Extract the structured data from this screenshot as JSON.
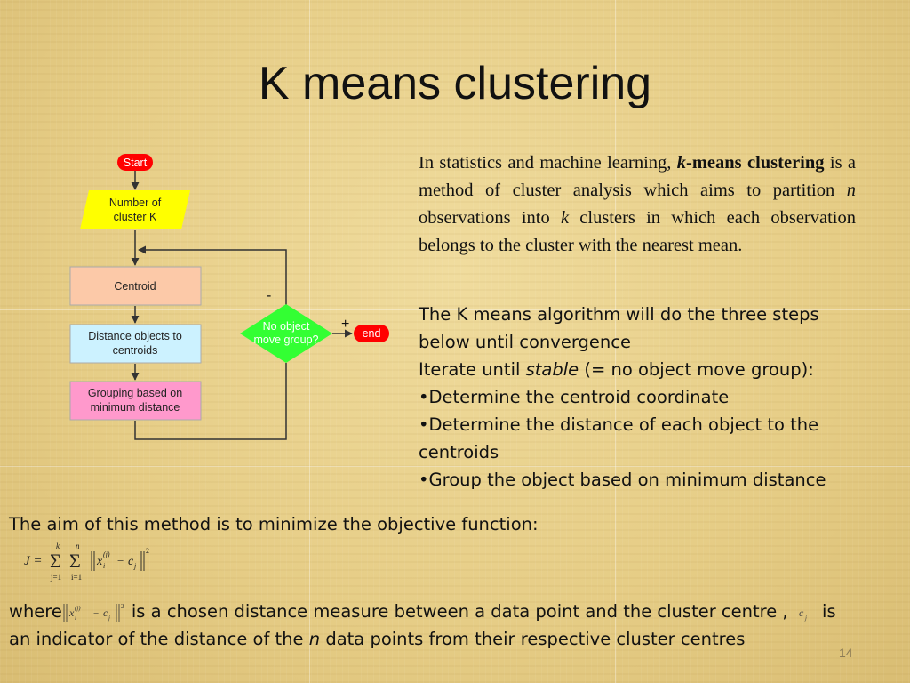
{
  "slide": {
    "title": "K means clustering",
    "page_number": "14"
  },
  "flowchart": {
    "start": "Start",
    "number_line1": "Number of",
    "number_line2": "cluster K",
    "centroid": "Centroid",
    "distance_line1": "Distance objects to",
    "distance_line2": "centroids",
    "grouping_line1": "Grouping based on",
    "grouping_line2": "minimum distance",
    "decision_line1": "No object",
    "decision_line2": "move group?",
    "end": "end",
    "minus_label": "-",
    "plus_label": "+",
    "colors": {
      "start_fill": "#ff0000",
      "number_fill": "#ffff00",
      "centroid_fill": "#fcc9a8",
      "distance_fill": "#ccf2ff",
      "grouping_fill": "#ff99cc",
      "decision_fill": "#33ff33",
      "end_fill": "#ff0000"
    }
  },
  "description": {
    "part1": "In statistics and machine learning, ",
    "bold1": "k",
    "bold2": "-means clustering",
    "part2": " is a method of cluster analysis which aims to partition ",
    "italic_n": "n",
    "part3": " observations into ",
    "italic_k": "k",
    "part4": " clusters in which each observation belongs to the cluster with the nearest mean."
  },
  "algorithm": {
    "line1": "The K means algorithm will do the three steps",
    "line2": "below until convergence",
    "line3_pre": "Iterate until ",
    "line3_italic": "stable",
    "line3_post": " (= no object move group):",
    "bullet1": "•Determine the centroid coordinate",
    "bullet2a": "•Determine the distance of each object to the",
    "bullet2b": "centroids",
    "bullet3": "•Group the object based on minimum distance"
  },
  "objective": {
    "aim_text": "The aim of this method is to minimize the objective function:",
    "formula": {
      "lhs": "J = ",
      "sum_top_k": "k",
      "sum_bottom_j": "j=1",
      "sum_top_n": "n",
      "sum_bottom_i": "i=1",
      "x_var": "x",
      "x_sub": "i",
      "x_sup": "(j)",
      "minus": "−",
      "c_var": "c",
      "c_sub": "j",
      "power": "2"
    },
    "where_pre": "where",
    "where_mid": "is a chosen distance measure between a data point  and the cluster centre , ",
    "where_post": " is",
    "line2_pre": "an indicator of the distance of the ",
    "line2_italic": "n",
    "line2_post": " data points from their respective cluster centres"
  }
}
